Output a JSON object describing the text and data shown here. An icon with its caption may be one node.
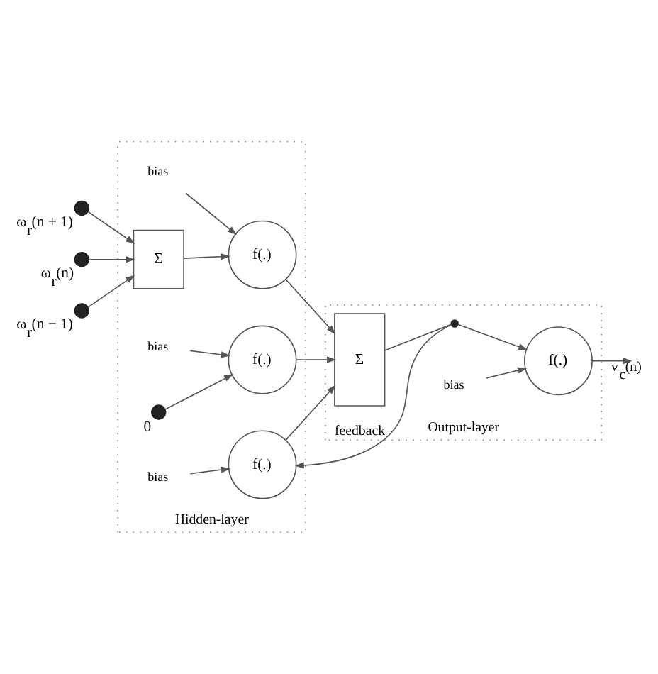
{
  "diagram": {
    "nodes": [
      {
        "text": [
          "Hidden-layer"
        ]
      },
      {
        "text": [
          "Output-layer"
        ]
      },
      {
        "text": [],
        "shape": "circle",
        "beside": [
          "ω$_{r}$(n + 1)"
        ]
      },
      {
        "text": [],
        "shape": "circle",
        "beside": [
          "ω$_{r}$(n)"
        ]
      },
      {
        "text": [],
        "shape": "circle",
        "beside": [
          "ω$_{r}$(n − 1)"
        ]
      },
      {
        "text": [],
        "shape": "circle",
        "beside": [
          "0"
        ],
        "in": 0
      },
      {
        "text": [
          "Σ"
        ],
        "in": 0
      },
      {
        "text": [
          "f(.)"
        ],
        "in": 0
      },
      {
        "text": [
          "bias"
        ],
        "in": 0
      },
      {
        "text": [
          "f(.)"
        ],
        "in": 0
      },
      {
        "text": [
          "bias"
        ],
        "in": 0
      },
      {
        "text": [
          "f(.)"
        ],
        "in": 0
      },
      {
        "text": [
          "bias"
        ],
        "in": 0
      },
      {
        "text": [
          "Σ"
        ],
        "in": 1
      },
      {
        "text": [],
        "shape": "circle",
        "in": 1
      },
      {
        "text": [
          "f(.)"
        ],
        "in": 1
      },
      {
        "text": [
          "bias"
        ],
        "in": 1
      }
    ],
    "edges": [
      {
        "from": 2,
        "to": 6,
        "arrow": "to"
      },
      {
        "from": 3,
        "to": 6,
        "arrow": "to"
      },
      {
        "from": 4,
        "to": 6,
        "arrow": "to"
      },
      {
        "from": 6,
        "to": 7,
        "arrow": "to"
      },
      {
        "from": 8,
        "to": 7,
        "arrow": "to"
      },
      {
        "from": 5,
        "to": 9,
        "arrow": "to"
      },
      {
        "from": 10,
        "to": 9,
        "arrow": "to"
      },
      {
        "from": 12,
        "to": 11,
        "arrow": "to"
      },
      {
        "from": 7,
        "to": 13,
        "arrow": "to"
      },
      {
        "from": 9,
        "to": 13,
        "arrow": "to"
      },
      {
        "from": 11,
        "to": 13,
        "arrow": "to"
      },
      {
        "from": 13,
        "to": 14,
        "arrow": "none"
      },
      {
        "from": 14,
        "to": 15,
        "arrow": "to"
      },
      {
        "from": 16,
        "to": 15,
        "arrow": "to"
      },
      {
        "from": 15,
        "to": null,
        "arrow": "to",
        "label": "v$_{c}$(n)"
      },
      {
        "from": 14,
        "to": 11,
        "arrow": "to",
        "label": "feedback"
      }
    ]
  }
}
